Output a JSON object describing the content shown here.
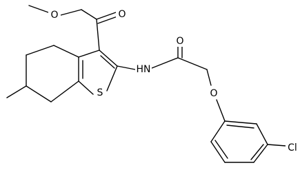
{
  "molecule": {
    "atoms": {
      "o_ether": "O",
      "o_carbonyl_ester": "O",
      "o_carbonyl_amide": "O",
      "n_amide": "HN",
      "s_ring": "S",
      "o_phenoxy": "O",
      "cl": "Cl"
    }
  }
}
